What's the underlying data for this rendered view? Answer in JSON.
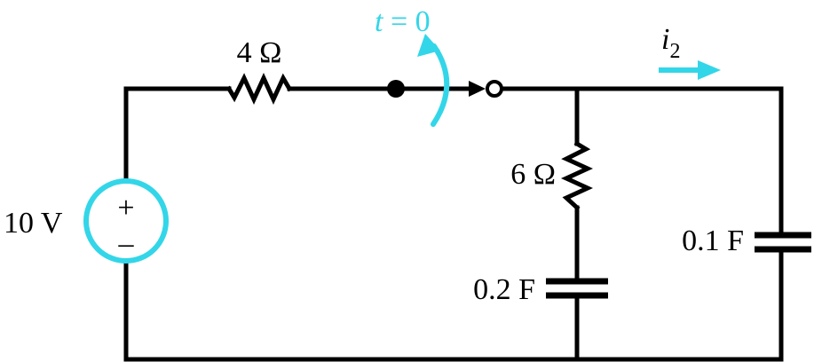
{
  "colors": {
    "wire": "#000000",
    "accent": "#33d6e8"
  },
  "source": {
    "label": "10 V",
    "plus": "+",
    "minus": "–"
  },
  "resistors": {
    "r_series": "4 Ω",
    "r_shunt": "6 Ω"
  },
  "capacitors": {
    "c_middle": "0.2 F",
    "c_right": "0.1 F"
  },
  "switch": {
    "label_var": "t",
    "label_rest": " = 0"
  },
  "current": {
    "symbol": "i",
    "subscript": "2"
  }
}
